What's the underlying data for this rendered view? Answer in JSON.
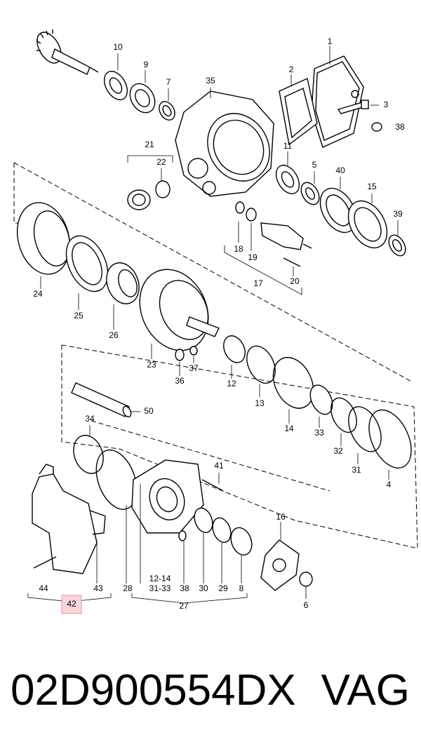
{
  "diagram": {
    "callouts": [
      "1",
      "2",
      "3",
      "38",
      "35",
      "10",
      "9",
      "7",
      "21",
      "22",
      "11",
      "5",
      "40",
      "15",
      "39",
      "24",
      "25",
      "26",
      "18",
      "19",
      "17",
      "20",
      "23",
      "37",
      "36",
      "12",
      "13",
      "14",
      "33",
      "32",
      "31",
      "4",
      "50",
      "34",
      "41",
      "16",
      "6",
      "44",
      "43",
      "28",
      "12-14",
      "31-33",
      "38",
      "30",
      "29",
      "8",
      "27",
      "42"
    ]
  },
  "footer": {
    "part_number": "02D900554DX",
    "brand": "VAG"
  },
  "colors": {
    "highlight_fill": "#fbd5d9",
    "highlight_stroke": "#e7939c",
    "line": "#000000"
  }
}
